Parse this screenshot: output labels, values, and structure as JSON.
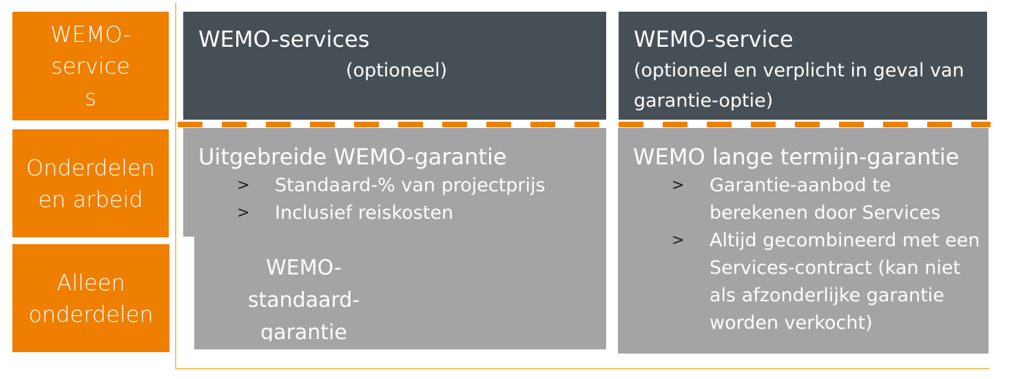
{
  "rows": {
    "services": "WEMO-services",
    "parts_labor": "Onderdelen en arbeid",
    "parts_only": "Alleen onderdelen"
  },
  "left": {
    "services": {
      "title": "WEMO-services",
      "subtitle": "(optioneel)"
    },
    "extended": {
      "title": "Uitgebreide WEMO-garantie",
      "bullets": [
        "Standaard-% van projectprijs",
        "Inclusief reiskosten"
      ]
    },
    "standard": {
      "title": "WEMO-standaard-garantie"
    }
  },
  "right": {
    "service": {
      "title": "WEMO-service",
      "subtitle": "(optioneel en verplicht in geval van garantie-optie)"
    },
    "longterm": {
      "title": "WEMO lange termijn-garantie",
      "bullets": [
        "Garantie-aanbod te berekenen door Services",
        "Altijd gecombineerd met een Services-contract (kan niet als afzonderlijke garantie worden verkocht)"
      ]
    }
  },
  "bullet_marker": ">",
  "colors": {
    "orange": "#ee7f00",
    "dark": "#474f56",
    "grey": "#a4a4a4"
  }
}
